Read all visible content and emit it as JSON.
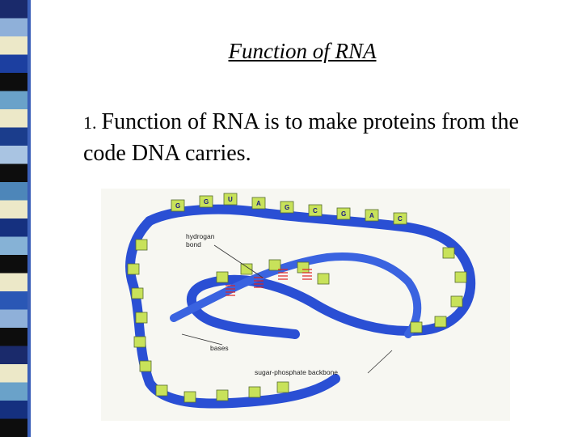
{
  "slide": {
    "title": "Function of RNA",
    "points": [
      {
        "number": "1.",
        "text": "Function of RNA is to make proteins from the code DNA carries."
      }
    ]
  },
  "figure": {
    "labels": {
      "hydrogen_bond": "hydrogan\nbond",
      "bases": "bases",
      "backbone": "sugar-phosphate backbone"
    },
    "top_strand_bases": [
      "G",
      "G",
      "U",
      "A",
      "G",
      "C",
      "G",
      "A",
      "C"
    ],
    "colors": {
      "backbone": "#2a4fd4",
      "base": "#c8e25a",
      "hbond": "#d22"
    }
  }
}
